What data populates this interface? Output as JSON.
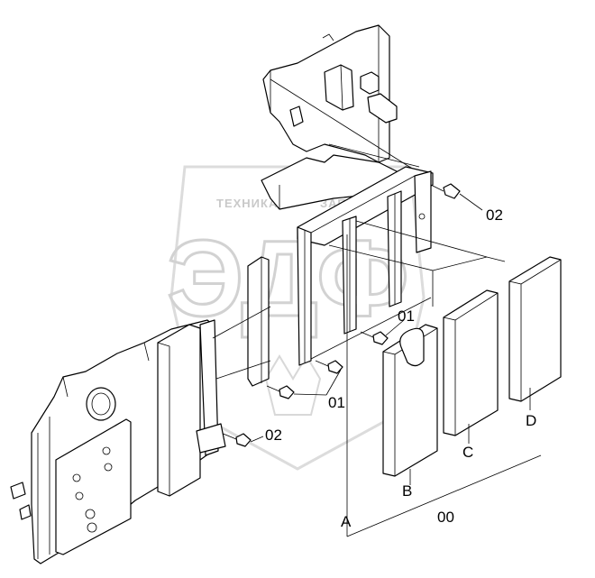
{
  "watermark": {
    "top_left": "ТЕХНИКА",
    "top_right": "ЗАПЧАСТИ",
    "letters": "ЭДФ"
  },
  "callouts": {
    "bolt_top": "02",
    "bolt_mid": "01",
    "bolt_low": "01",
    "bolt_left": "02",
    "panel_a": "A",
    "panel_b": "B",
    "panel_c": "C",
    "panel_d": "D",
    "set": "00"
  }
}
